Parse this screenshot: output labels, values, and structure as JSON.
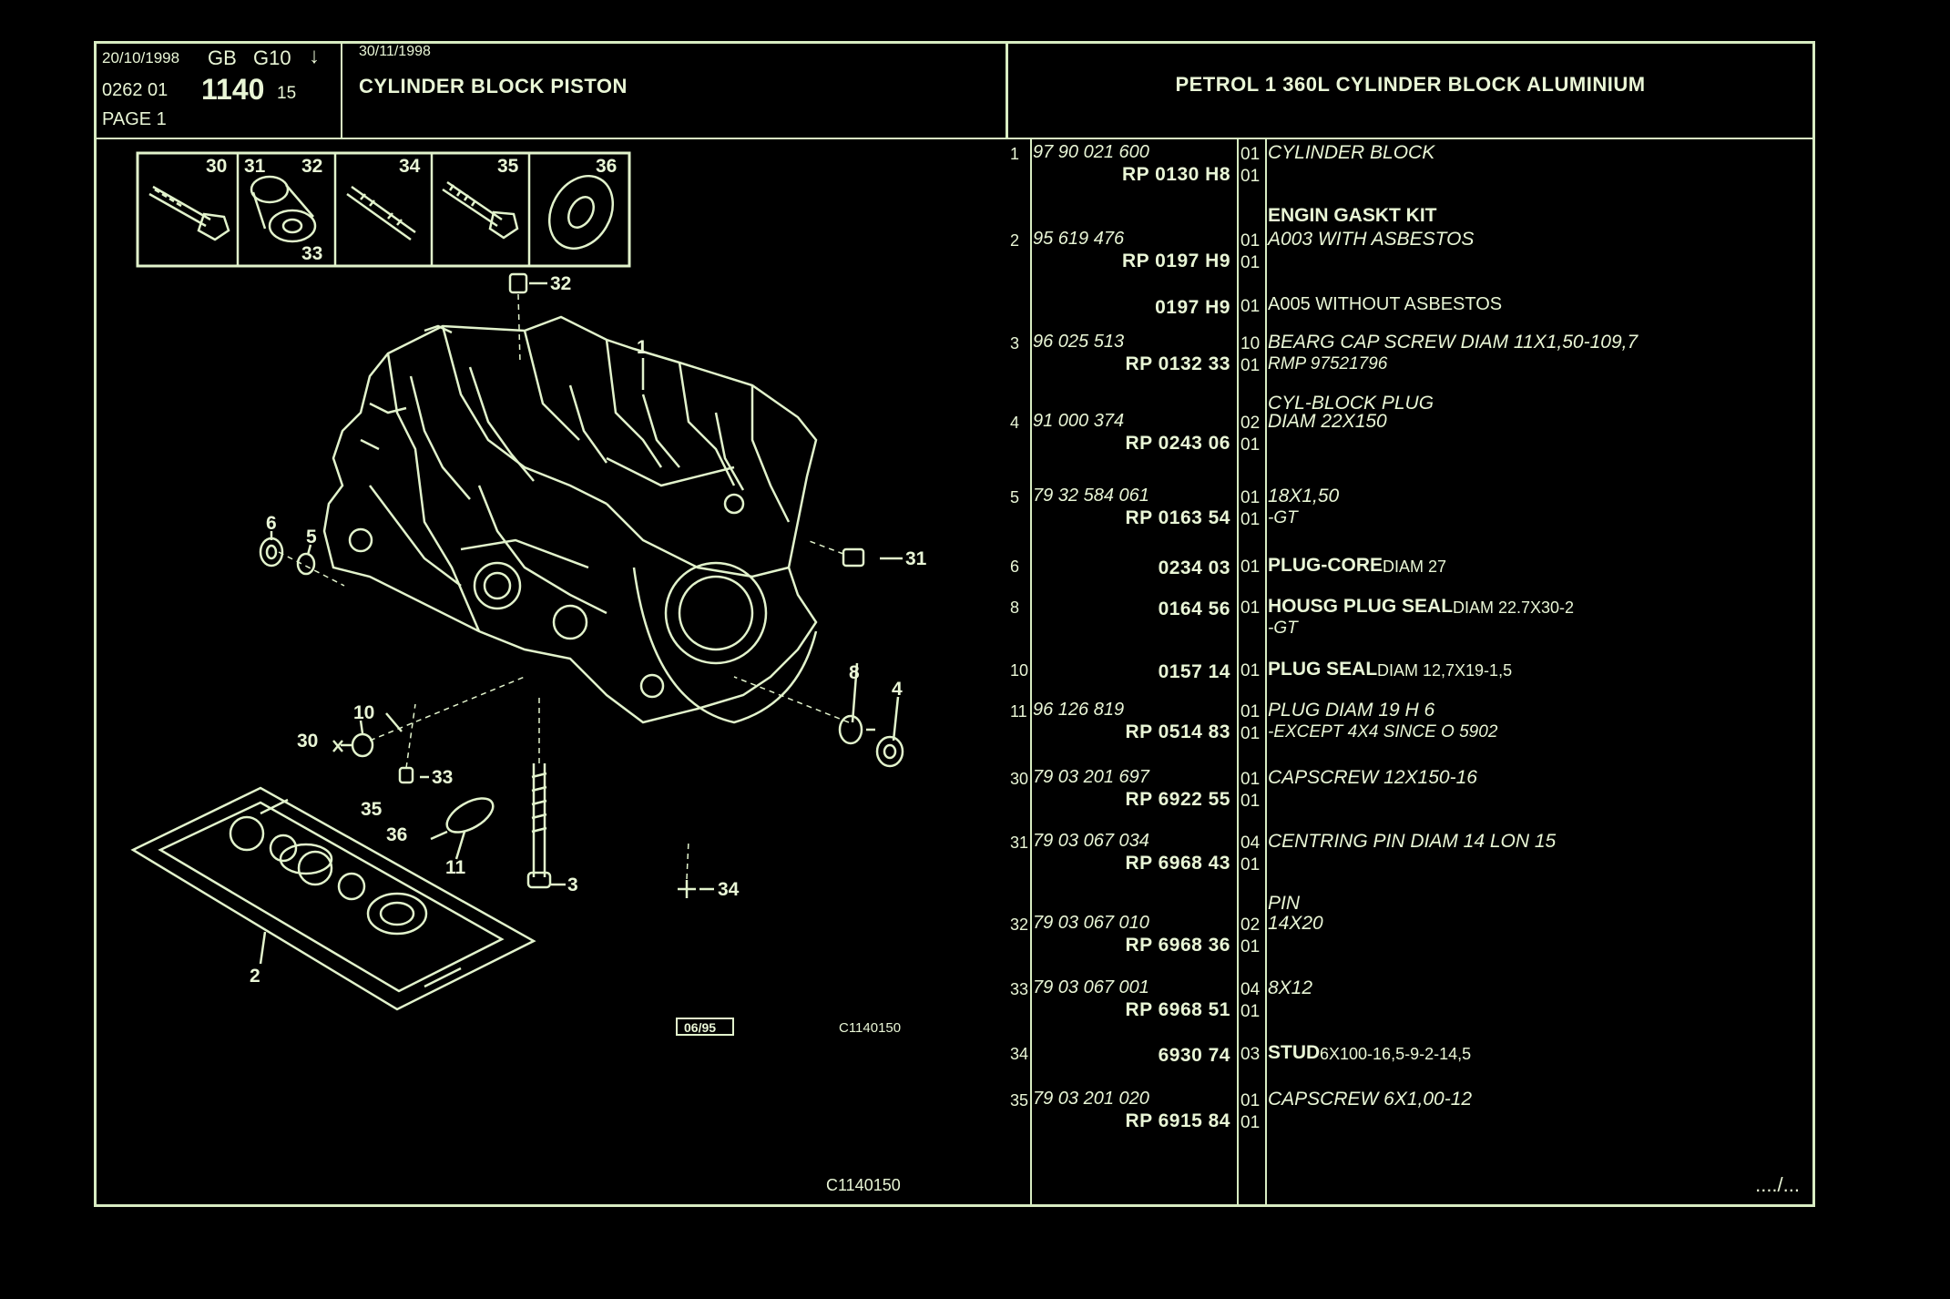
{
  "header": {
    "date": "20/10/1998",
    "region": "GB",
    "model": "G10",
    "arrow": "↓",
    "code": "0262  01",
    "number": "1140",
    "sub": "15",
    "page": "PAGE  1",
    "mid_date": "30/11/1998",
    "mid_title": "CYLINDER BLOCK PISTON",
    "right_title": "PETROL 1 360L CYLINDER BLOCK ALUMINIUM"
  },
  "diagram": {
    "inset_labels": [
      "30",
      "31",
      "32",
      "34",
      "35",
      "36",
      "33"
    ],
    "callouts": [
      "32",
      "1",
      "6",
      "5",
      "31",
      "8",
      "4",
      "10",
      "30",
      "33",
      "35",
      "36",
      "11",
      "3",
      "34",
      "2"
    ],
    "stamp": "06/95",
    "code_small": "C1140150",
    "code_footer": "C1140150"
  },
  "parts": [
    {
      "item": "1",
      "ref1": "97 90 021 600",
      "ref2": "RP  0130 H8",
      "qty1": "01",
      "qty2": "01",
      "desc1": "CYLINDER BLOCK",
      "desc2": "",
      "desc_style": "italic"
    },
    {
      "item": "",
      "ref1": "",
      "ref2": "",
      "qty1": "",
      "qty2": "",
      "desc1": "ENGIN GASKT KIT",
      "desc2": "",
      "desc_style": "bold"
    },
    {
      "item": "2",
      "ref1": "95 619 476",
      "ref2": "RP  0197 H9",
      "qty1": "01",
      "qty2": "01",
      "desc1": "A003 WITH ASBESTOS",
      "desc2": "",
      "desc_style": "italic"
    },
    {
      "item": "",
      "ref1": "",
      "ref2": "0197 H9",
      "qty1": "01",
      "qty2": "",
      "desc1": "A005 WITHOUT ASBESTOS",
      "desc2": "",
      "desc_style": "normal"
    },
    {
      "item": "3",
      "ref1": "96 025 513",
      "ref2": "RP  0132 33",
      "qty1": "10",
      "qty2": "01",
      "desc1": "BEARG CAP SCREW DIAM 11X1,50-109,7",
      "desc2": "RMP 97521796",
      "desc_style": "italic"
    },
    {
      "item": "",
      "ref1": "",
      "ref2": "",
      "qty1": "",
      "qty2": "",
      "desc1": "CYL-BLOCK PLUG",
      "desc2": "",
      "desc_style": "italic"
    },
    {
      "item": "4",
      "ref1": "91 000 374",
      "ref2": "RP  0243 06",
      "qty1": "02",
      "qty2": "01",
      "desc1": "DIAM 22X150",
      "desc2": "",
      "desc_style": "italic"
    },
    {
      "item": "5",
      "ref1": "79 32 584 061",
      "ref2": "RP  0163 54",
      "qty1": "01",
      "qty2": "01",
      "desc1": "18X1,50",
      "desc2": "-GT",
      "desc_style": "italic"
    },
    {
      "item": "6",
      "ref1": "",
      "ref2": "0234 03",
      "qty1": "01",
      "qty2": "",
      "desc1": "PLUG-CORE",
      "desc1b": " DIAM 27",
      "desc2": "",
      "desc_style": "boldmix"
    },
    {
      "item": "8",
      "ref1": "",
      "ref2": "0164 56",
      "qty1": "01",
      "qty2": "",
      "desc1": "HOUSG PLUG SEAL",
      "desc1b": " DIAM 22.7X30-2",
      "desc2": "-GT",
      "desc_style": "boldmix"
    },
    {
      "item": "10",
      "ref1": "",
      "ref2": "0157 14",
      "qty1": "01",
      "qty2": "",
      "desc1": "PLUG SEAL",
      "desc1b": " DIAM 12,7X19-1,5",
      "desc2": "",
      "desc_style": "boldmix"
    },
    {
      "item": "11",
      "ref1": "96 126 819",
      "ref2": "RP  0514 83",
      "qty1": "01",
      "qty2": "01",
      "desc1": "PLUG DIAM 19 H 6",
      "desc2": "-EXCEPT  4X4 SINCE  O  5902",
      "desc_style": "italic"
    },
    {
      "item": "30",
      "ref1": "79 03 201 697",
      "ref2": "RP  6922 55",
      "qty1": "01",
      "qty2": "01",
      "desc1": "CAPSCREW 12X150-16",
      "desc2": "",
      "desc_style": "italic"
    },
    {
      "item": "31",
      "ref1": "79 03 067 034",
      "ref2": "RP  6968 43",
      "qty1": "04",
      "qty2": "01",
      "desc1": "CENTRING PIN DIAM 14 LON 15",
      "desc2": "",
      "desc_style": "italic"
    },
    {
      "item": "",
      "ref1": "",
      "ref2": "",
      "qty1": "",
      "qty2": "",
      "desc1": "PIN",
      "desc2": "",
      "desc_style": "italic"
    },
    {
      "item": "32",
      "ref1": "79 03 067 010",
      "ref2": "RP  6968 36",
      "qty1": "02",
      "qty2": "01",
      "desc1": "14X20",
      "desc2": "",
      "desc_style": "italic"
    },
    {
      "item": "33",
      "ref1": "79 03 067 001",
      "ref2": "RP  6968 51",
      "qty1": "04",
      "qty2": "01",
      "desc1": "8X12",
      "desc2": "",
      "desc_style": "italic"
    },
    {
      "item": "34",
      "ref1": "",
      "ref2": "6930 74",
      "qty1": "03",
      "qty2": "",
      "desc1": "STUD",
      "desc1b": " 6X100-16,5-9-2-14,5",
      "desc2": "",
      "desc_style": "boldmix"
    },
    {
      "item": "35",
      "ref1": "79 03 201 020",
      "ref2": "RP  6915 84",
      "qty1": "01",
      "qty2": "01",
      "desc1": "CAPSCREW 6X1,00-12",
      "desc2": "",
      "desc_style": "italic"
    }
  ],
  "footer": {
    "continue": "..../..."
  }
}
